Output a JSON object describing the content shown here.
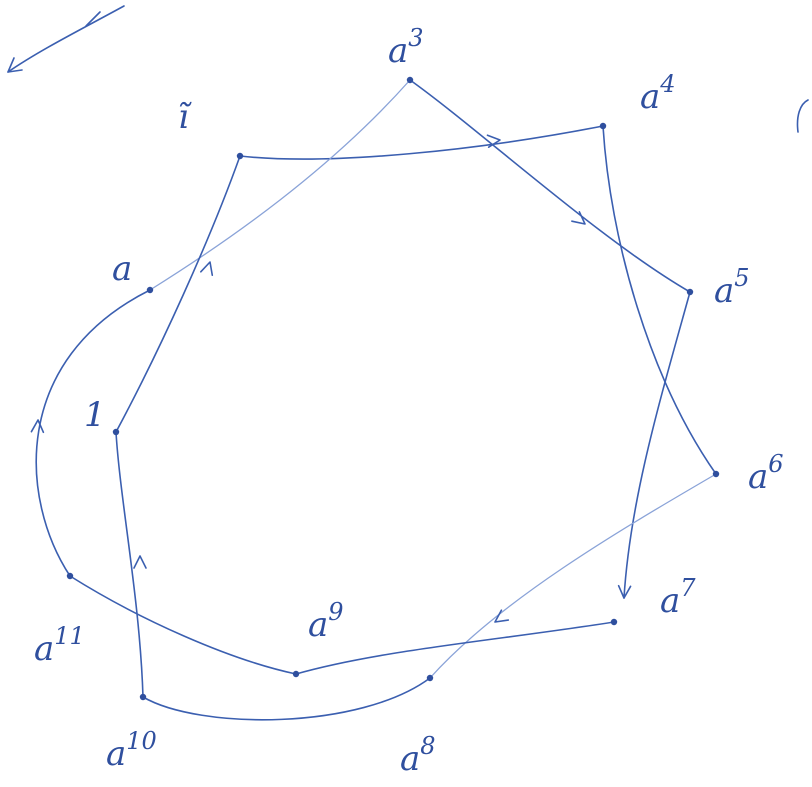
{
  "diagram": {
    "nodes": [
      {
        "id": "a3",
        "base": "a",
        "sup": "3"
      },
      {
        "id": "a4",
        "base": "a",
        "sup": "4"
      },
      {
        "id": "a5",
        "base": "a",
        "sup": "5"
      },
      {
        "id": "a6",
        "base": "a",
        "sup": "6"
      },
      {
        "id": "a7",
        "base": "a",
        "sup": "7"
      },
      {
        "id": "a8",
        "base": "a",
        "sup": "8"
      },
      {
        "id": "a9",
        "base": "a",
        "sup": "9"
      },
      {
        "id": "a10",
        "base": "a",
        "sup": "10"
      },
      {
        "id": "a11",
        "base": "a",
        "sup": "11"
      },
      {
        "id": "one",
        "base": "1",
        "sup": ""
      },
      {
        "id": "a",
        "base": "a",
        "sup": ""
      },
      {
        "id": "itilde",
        "base": "ĩ",
        "sup": ""
      }
    ],
    "edges": [
      {
        "from": "itilde",
        "to": "a4",
        "arrow": "mid"
      },
      {
        "from": "a3",
        "to": "a5",
        "arrow": "mid"
      },
      {
        "from": "a3",
        "to": "a",
        "arrow": "none"
      },
      {
        "from": "one",
        "to": "itilde",
        "arrow": "mid"
      },
      {
        "from": "a4",
        "to": "a6",
        "arrow": "none"
      },
      {
        "from": "a5",
        "to": "a7",
        "arrow": "end"
      },
      {
        "from": "a6",
        "to": "a8",
        "arrow": "mid"
      },
      {
        "from": "a7",
        "to": "a9",
        "arrow": "none"
      },
      {
        "from": "a11",
        "to": "a9",
        "arrow": "none"
      },
      {
        "from": "a10",
        "to": "a8",
        "arrow": "none"
      },
      {
        "from": "a10",
        "to": "one",
        "arrow": "mid"
      },
      {
        "from": "a11",
        "to": "a",
        "arrow": "mid"
      }
    ],
    "scribble_arrow": "arrow"
  }
}
